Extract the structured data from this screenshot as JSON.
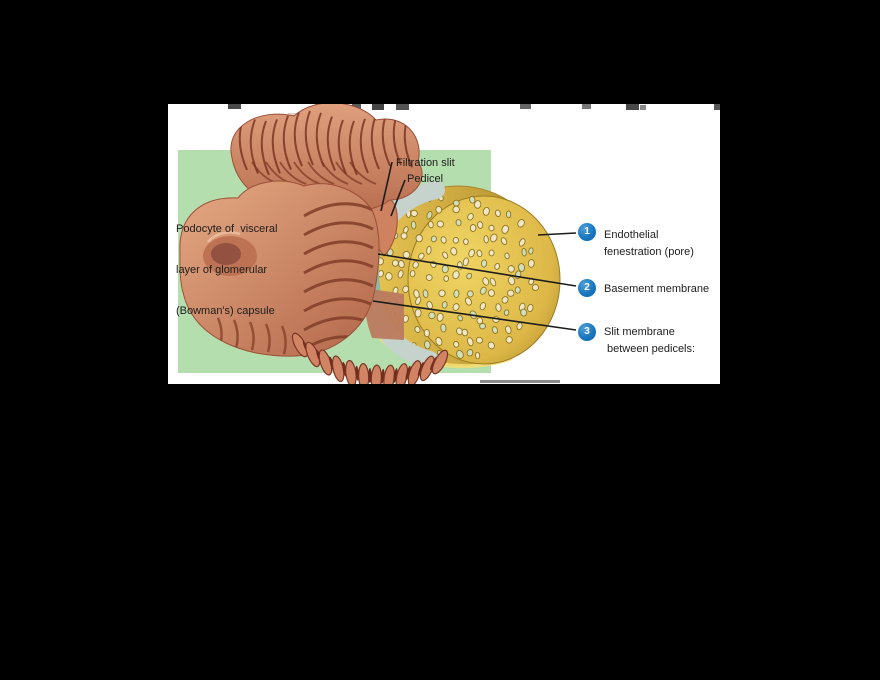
{
  "labels": {
    "filtration_slit": "Filtration slit",
    "pedicel": "Pedicel",
    "podocyte_line1": "Podocyte of  visceral",
    "podocyte_line2": "layer of glomerular",
    "podocyte_line3": "(Bowman's) capsule"
  },
  "legend": {
    "items": [
      {
        "number": "1",
        "lines": [
          "Endothelial",
          "fenestration (pore)"
        ]
      },
      {
        "number": "2",
        "lines": [
          "Basement membrane"
        ]
      },
      {
        "number": "3",
        "lines": [
          "Slit membrane",
          "between pedicels:"
        ]
      }
    ]
  },
  "colors": {
    "marker_blue": "#1877bf",
    "panel_green": "#b5deae",
    "capillary_yellow": "#e0ba50",
    "capillary_yellow_dark": "#b08a2c",
    "podocyte_salmon": "#d28a67",
    "podocyte_groove": "#84402a",
    "membrane_gray": "#c6d2cc",
    "membrane_teal": "#8db8a6",
    "background": "#000000",
    "panel_white": "#ffffff",
    "label_ink": "#1d1d1d"
  }
}
